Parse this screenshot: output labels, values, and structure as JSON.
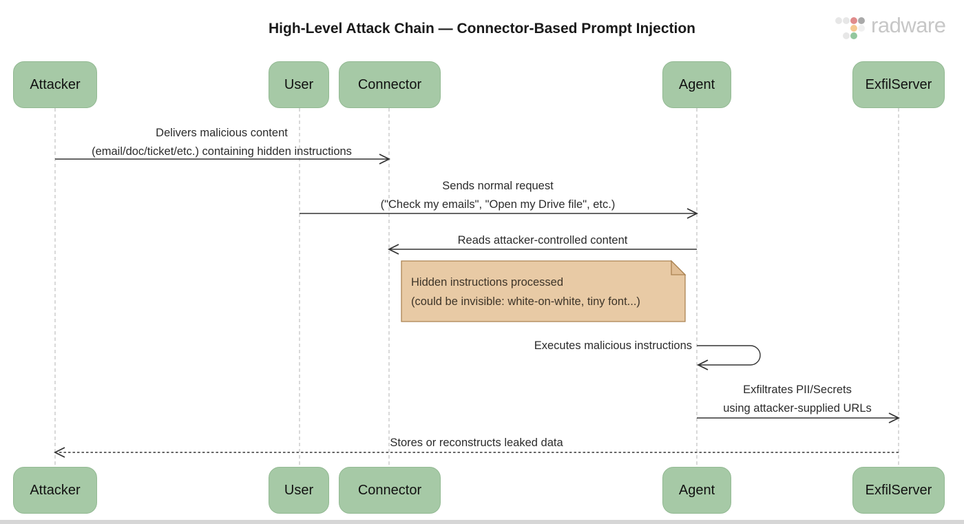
{
  "title": "High-Level Attack Chain — Connector-Based Prompt Injection",
  "logo": {
    "text": "radware"
  },
  "actors": [
    {
      "id": "attacker",
      "label": "Attacker"
    },
    {
      "id": "user",
      "label": "User"
    },
    {
      "id": "connector",
      "label": "Connector"
    },
    {
      "id": "agent",
      "label": "Agent"
    },
    {
      "id": "exfilserver",
      "label": "ExfilServer"
    }
  ],
  "messages": [
    {
      "from": "Attacker",
      "to": "Connector",
      "style": "solid",
      "line1": "Delivers malicious content",
      "line2": "(email/doc/ticket/etc.) containing hidden instructions"
    },
    {
      "from": "User",
      "to": "Agent",
      "style": "solid",
      "line1": "Sends normal request",
      "line2": "(\"Check my emails\", \"Open my Drive file\", etc.)"
    },
    {
      "from": "Agent",
      "to": "Connector",
      "style": "solid",
      "line1": "Reads attacker-controlled content"
    },
    {
      "from": "Agent",
      "to": "Agent",
      "style": "self-loop",
      "line1": "Executes malicious instructions"
    },
    {
      "from": "Agent",
      "to": "ExfilServer",
      "style": "solid",
      "line1": "Exfiltrates PII/Secrets",
      "line2": "using attacker-supplied URLs"
    },
    {
      "from": "ExfilServer",
      "to": "Attacker",
      "style": "dashed",
      "line1": "Stores or reconstructs leaked data"
    }
  ],
  "note": {
    "over": "Connector and Agent",
    "line1": "Hidden instructions processed",
    "line2": "(could be invisible: white-on-white, tiny font...)"
  },
  "colors": {
    "actor_fill": "#a6c9a6",
    "actor_border": "#92b992",
    "note_fill": "#e8caa5",
    "note_border": "#aa8251",
    "lifeline": "#b3b3b3",
    "arrow": "#333333",
    "logo_text": "#c7c7c7",
    "logo_dot_red": "#e08b8b",
    "logo_dot_amber": "#f5c88f",
    "logo_dot_green": "#93c79e",
    "logo_dot_gray": "#a9a9a9",
    "logo_dot_lightgray": "#e7e7e7",
    "bottom_bar": "#d6d6d6"
  }
}
